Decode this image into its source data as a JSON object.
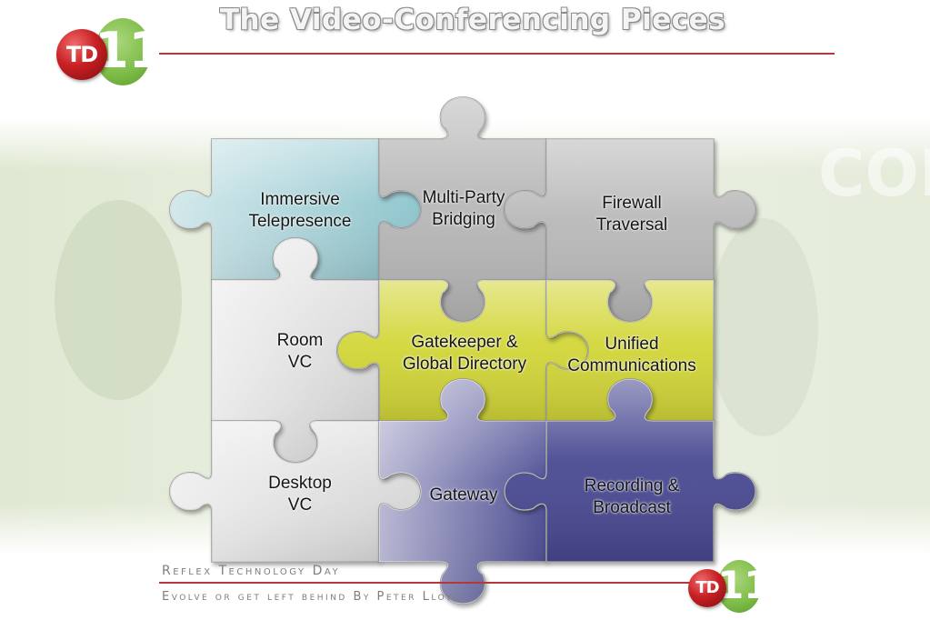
{
  "slide": {
    "title": "The Video-Conferencing Pieces",
    "logo": {
      "ball_text": "TD",
      "number_text": "11"
    },
    "footer": {
      "line1": "Reflex Technology Day",
      "line2": "Evolve or get left behind By Peter Lloyd"
    }
  },
  "pieces": [
    {
      "id": "immersive",
      "lines": [
        "Immersive",
        "Telepresence"
      ],
      "color": "#8cc4cc"
    },
    {
      "id": "multiparty",
      "lines": [
        "Multi-Party",
        "Bridging"
      ],
      "color": "#b8b8b8"
    },
    {
      "id": "firewall",
      "lines": [
        "Firewall",
        "Traversal"
      ],
      "color": "#b8b8b8"
    },
    {
      "id": "room",
      "lines": [
        "Room",
        "VC"
      ],
      "color": "#d8d8d8"
    },
    {
      "id": "gatekeeper",
      "lines": [
        "Gatekeeper &",
        "Global Directory"
      ],
      "color": "#d2d637"
    },
    {
      "id": "unified",
      "lines": [
        "Unified",
        "Communications"
      ],
      "color": "#d2d637"
    },
    {
      "id": "desktop",
      "lines": [
        "Desktop",
        "VC"
      ],
      "color": "#d8d8d8"
    },
    {
      "id": "gateway",
      "lines": [
        "Gateway"
      ],
      "color": "#4a4a92"
    },
    {
      "id": "recording",
      "lines": [
        "Recording &",
        "Broadcast"
      ],
      "color": "#4a4a92"
    }
  ],
  "colors": {
    "accent_rule": "#b0383e",
    "logo_red": "#c82024",
    "logo_green": "#7dbb47"
  }
}
